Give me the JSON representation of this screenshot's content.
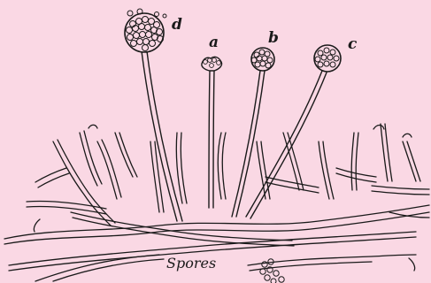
{
  "labels": {
    "a": "a",
    "b": "b",
    "c": "c",
    "d": "d",
    "spores": "Spores"
  },
  "colors": {
    "background": "#fad8e4",
    "ink": "#1a1a1a"
  }
}
